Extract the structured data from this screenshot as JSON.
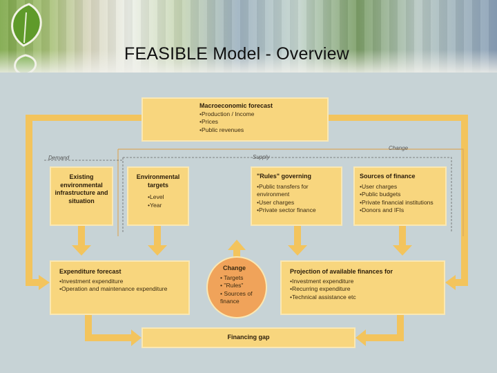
{
  "title": "FEASIBLE Model - Overview",
  "colors": {
    "box_fill": "#f8d67e",
    "arrow": "#f3c45d",
    "change_circle": "#f0a35a",
    "frame": "#d9a85f"
  },
  "macro": {
    "title": "Macroeconomic forecast",
    "items": [
      "Production / Income",
      "Prices",
      "Public revenues"
    ]
  },
  "labels": {
    "demand": "Demand",
    "supply": "Supply",
    "change": "Change"
  },
  "existing": {
    "title": "Existing environmental infrastructure and situation"
  },
  "env_targets": {
    "title": "Environmental targets",
    "items": [
      "Level",
      "Year"
    ]
  },
  "rules": {
    "title": "\"Rules\" governing",
    "items": [
      "Public transfers for environment",
      "User charges",
      "Private sector finance"
    ]
  },
  "sources": {
    "title": "Sources of finance",
    "items": [
      "User charges",
      "Public budgets",
      "Private financial institutions",
      "Donors and IFIs"
    ]
  },
  "expenditure": {
    "title": "Expenditure forecast",
    "items": [
      "Investment expenditure",
      "Operation and maintenance expenditure"
    ]
  },
  "change_circle": {
    "title": "Change",
    "items": [
      "Targets",
      "\"Rules\"",
      "Sources of finance"
    ]
  },
  "projection": {
    "title": "Projection of available finances for",
    "items": [
      "Investment expenditure",
      "Recurring expenditure",
      "Technical assistance etc"
    ]
  },
  "gap": {
    "title": "Financing gap"
  }
}
